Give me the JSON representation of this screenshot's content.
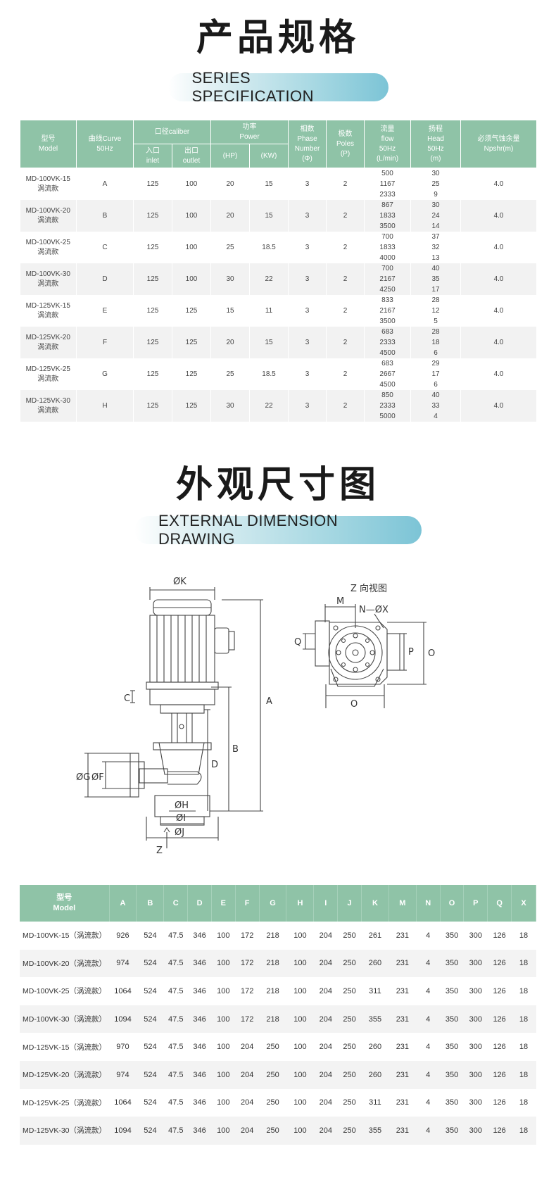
{
  "spec_section": {
    "title": "产品规格",
    "subtitle": "SERIES SPECIFICATION",
    "headers": {
      "model": [
        "型号",
        "Model"
      ],
      "curve": [
        "曲线Curve",
        "50Hz"
      ],
      "caliber": "口径caliber",
      "inlet": [
        "入口",
        "inlet"
      ],
      "outlet": [
        "出口",
        "outlet"
      ],
      "power": [
        "功率",
        "Power"
      ],
      "hp": "(HP)",
      "kw": "(KW)",
      "phase": [
        "相数",
        "Phase",
        "Number",
        "(Φ)"
      ],
      "poles": [
        "极数",
        "Poles",
        "(P)"
      ],
      "flow": [
        "流量",
        "flow",
        "50Hz",
        "(L/min)"
      ],
      "head": [
        "扬程",
        "Head",
        "50Hz",
        "(m)"
      ],
      "npshr": [
        "必须气蚀余量",
        "Npshr(m)"
      ]
    },
    "rows": [
      {
        "model": "MD-100VK-15",
        "type": "涡流款",
        "curve": "A",
        "inlet": "125",
        "outlet": "100",
        "hp": "20",
        "kw": "15",
        "phase": "3",
        "poles": "2",
        "flow": [
          "500",
          "1167",
          "2333"
        ],
        "head": [
          "30",
          "25",
          "9"
        ],
        "npshr": "4.0"
      },
      {
        "model": "MD-100VK-20",
        "type": "涡流款",
        "curve": "B",
        "inlet": "125",
        "outlet": "100",
        "hp": "20",
        "kw": "15",
        "phase": "3",
        "poles": "2",
        "flow": [
          "867",
          "1833",
          "3500"
        ],
        "head": [
          "30",
          "24",
          "14"
        ],
        "npshr": "4.0"
      },
      {
        "model": "MD-100VK-25",
        "type": "涡流款",
        "curve": "C",
        "inlet": "125",
        "outlet": "100",
        "hp": "25",
        "kw": "18.5",
        "phase": "3",
        "poles": "2",
        "flow": [
          "700",
          "1833",
          "4000"
        ],
        "head": [
          "37",
          "32",
          "13"
        ],
        "npshr": "4.0"
      },
      {
        "model": "MD-100VK-30",
        "type": "涡流款",
        "curve": "D",
        "inlet": "125",
        "outlet": "100",
        "hp": "30",
        "kw": "22",
        "phase": "3",
        "poles": "2",
        "flow": [
          "700",
          "2167",
          "4250"
        ],
        "head": [
          "40",
          "35",
          "17"
        ],
        "npshr": "4.0"
      },
      {
        "model": "MD-125VK-15",
        "type": "涡流款",
        "curve": "E",
        "inlet": "125",
        "outlet": "125",
        "hp": "15",
        "kw": "11",
        "phase": "3",
        "poles": "2",
        "flow": [
          "833",
          "2167",
          "3500"
        ],
        "head": [
          "28",
          "12",
          "5"
        ],
        "npshr": "4.0"
      },
      {
        "model": "MD-125VK-20",
        "type": "涡流款",
        "curve": "F",
        "inlet": "125",
        "outlet": "125",
        "hp": "20",
        "kw": "15",
        "phase": "3",
        "poles": "2",
        "flow": [
          "683",
          "2333",
          "4500"
        ],
        "head": [
          "28",
          "18",
          "6"
        ],
        "npshr": "4.0"
      },
      {
        "model": "MD-125VK-25",
        "type": "涡流款",
        "curve": "G",
        "inlet": "125",
        "outlet": "125",
        "hp": "25",
        "kw": "18.5",
        "phase": "3",
        "poles": "2",
        "flow": [
          "683",
          "2667",
          "4500"
        ],
        "head": [
          "29",
          "17",
          "6"
        ],
        "npshr": "4.0"
      },
      {
        "model": "MD-125VK-30",
        "type": "涡流款",
        "curve": "H",
        "inlet": "125",
        "outlet": "125",
        "hp": "30",
        "kw": "22",
        "phase": "3",
        "poles": "2",
        "flow": [
          "850",
          "2333",
          "5000"
        ],
        "head": [
          "40",
          "33",
          "4"
        ],
        "npshr": "4.0"
      }
    ]
  },
  "dimension_section": {
    "title": "外观尺寸图",
    "subtitle": "EXTERNAL DIMENSION DRAWING",
    "drawing_labels": {
      "phi_k": "ØK",
      "a": "A",
      "b": "B",
      "c": "C",
      "d": "D",
      "phi_g": "ØG",
      "phi_f": "ØF",
      "phi_h": "ØH",
      "phi_i": "ØI",
      "phi_j": "ØJ",
      "z": "Z",
      "z_view": "Z 向视图",
      "m": "M",
      "n_x": "N—ØX",
      "q": "Q",
      "p": "P",
      "o_side": "O",
      "o_bottom": "O"
    },
    "table_headers": {
      "model": [
        "型号",
        "Model"
      ],
      "cols": [
        "A",
        "B",
        "C",
        "D",
        "E",
        "F",
        "G",
        "H",
        "I",
        "J",
        "K",
        "M",
        "N",
        "O",
        "P",
        "Q",
        "X"
      ]
    },
    "rows": [
      {
        "model": "MD-100VK-15（涡流款）",
        "values": [
          "926",
          "524",
          "47.5",
          "346",
          "100",
          "172",
          "218",
          "100",
          "204",
          "250",
          "261",
          "231",
          "4",
          "350",
          "300",
          "126",
          "18"
        ]
      },
      {
        "model": "MD-100VK-20（涡流款）",
        "values": [
          "974",
          "524",
          "47.5",
          "346",
          "100",
          "172",
          "218",
          "100",
          "204",
          "250",
          "260",
          "231",
          "4",
          "350",
          "300",
          "126",
          "18"
        ]
      },
      {
        "model": "MD-100VK-25（涡流款）",
        "values": [
          "1064",
          "524",
          "47.5",
          "346",
          "100",
          "172",
          "218",
          "100",
          "204",
          "250",
          "311",
          "231",
          "4",
          "350",
          "300",
          "126",
          "18"
        ]
      },
      {
        "model": "MD-100VK-30（涡流款）",
        "values": [
          "1094",
          "524",
          "47.5",
          "346",
          "100",
          "172",
          "218",
          "100",
          "204",
          "250",
          "355",
          "231",
          "4",
          "350",
          "300",
          "126",
          "18"
        ]
      },
      {
        "model": "MD-125VK-15（涡流款）",
        "values": [
          "970",
          "524",
          "47.5",
          "346",
          "100",
          "204",
          "250",
          "100",
          "204",
          "250",
          "260",
          "231",
          "4",
          "350",
          "300",
          "126",
          "18"
        ]
      },
      {
        "model": "MD-125VK-20（涡流款）",
        "values": [
          "974",
          "524",
          "47.5",
          "346",
          "100",
          "204",
          "250",
          "100",
          "204",
          "250",
          "260",
          "231",
          "4",
          "350",
          "300",
          "126",
          "18"
        ]
      },
      {
        "model": "MD-125VK-25（涡流款）",
        "values": [
          "1064",
          "524",
          "47.5",
          "346",
          "100",
          "204",
          "250",
          "100",
          "204",
          "250",
          "311",
          "231",
          "4",
          "350",
          "300",
          "126",
          "18"
        ]
      },
      {
        "model": "MD-125VK-30（涡流款）",
        "values": [
          "1094",
          "524",
          "47.5",
          "346",
          "100",
          "204",
          "250",
          "100",
          "204",
          "250",
          "355",
          "231",
          "4",
          "350",
          "300",
          "126",
          "18"
        ]
      }
    ]
  },
  "colors": {
    "header_green": "#8fc3a7",
    "pill_blue": "#7cc4d6",
    "row_alt": "#f2f2f2"
  }
}
